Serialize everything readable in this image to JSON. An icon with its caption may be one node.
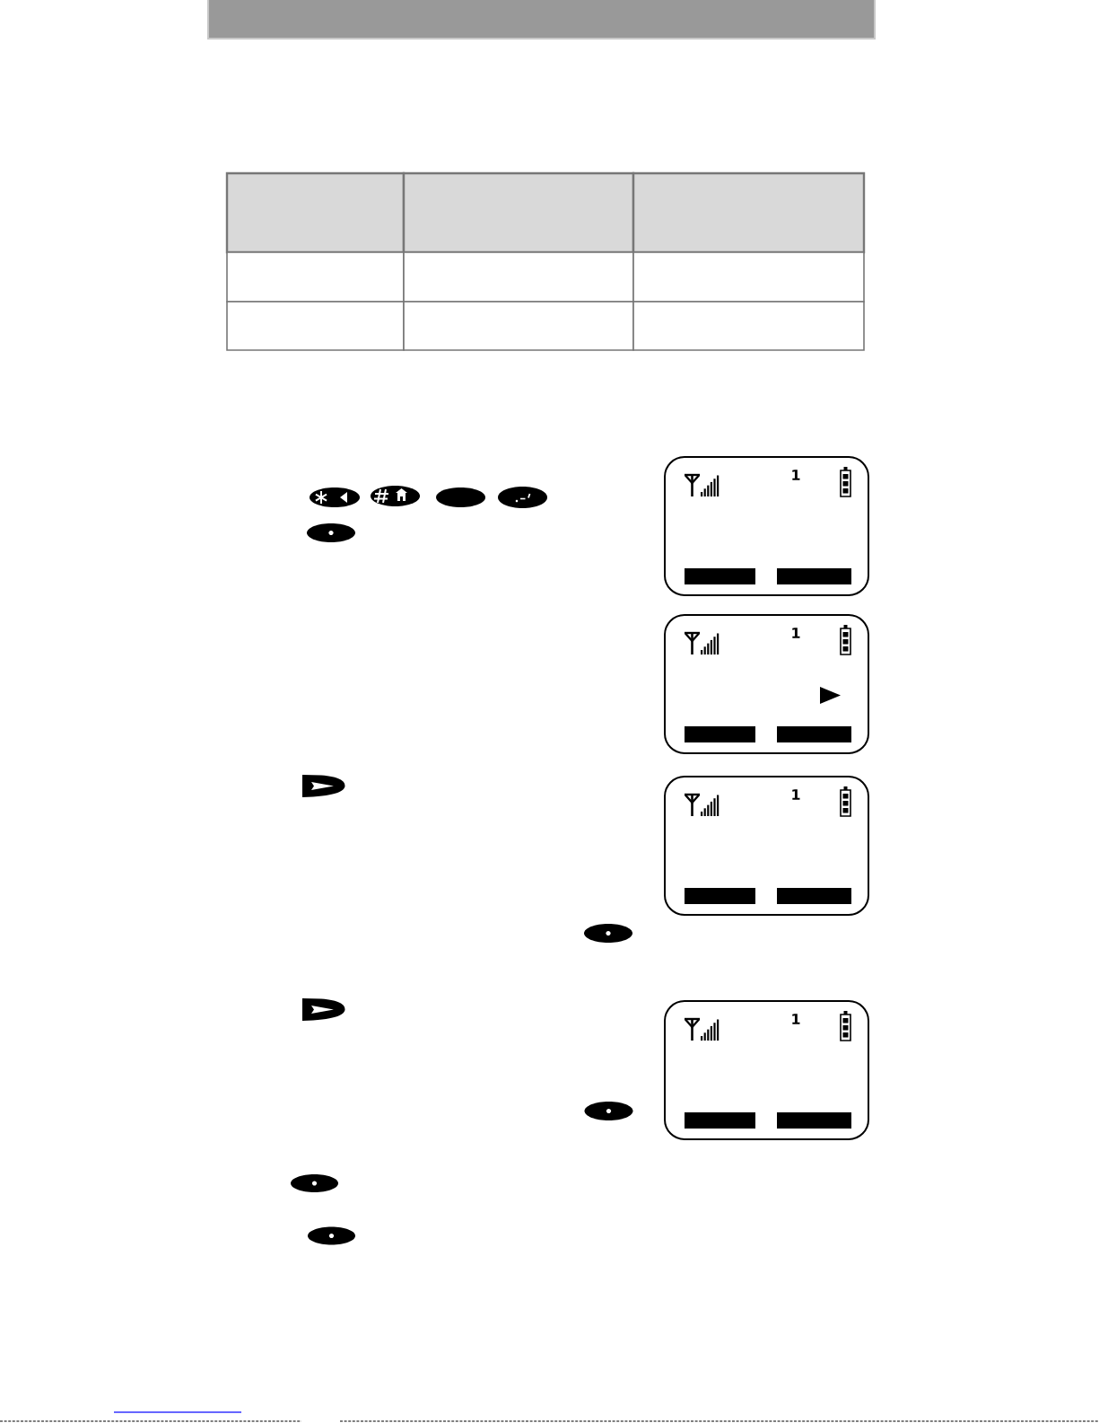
{
  "diagram": {
    "nodes": [
      {
        "text": [
          "1"
        ]
      },
      {
        "text": [],
        "shape": "bar",
        "in": 0
      },
      {
        "text": [],
        "shape": "bar",
        "in": 0
      },
      {
        "text": [
          "1"
        ]
      },
      {
        "text": [],
        "shape": "bar",
        "in": 3
      },
      {
        "text": [],
        "shape": "bar",
        "in": 3
      },
      {
        "text": [
          "1"
        ]
      },
      {
        "text": [],
        "shape": "bar",
        "in": 6
      },
      {
        "text": [],
        "shape": "bar",
        "in": 6
      },
      {
        "text": [
          "1"
        ]
      },
      {
        "text": [],
        "shape": "bar",
        "in": 9
      },
      {
        "text": [],
        "shape": "bar",
        "in": 9
      }
    ]
  }
}
